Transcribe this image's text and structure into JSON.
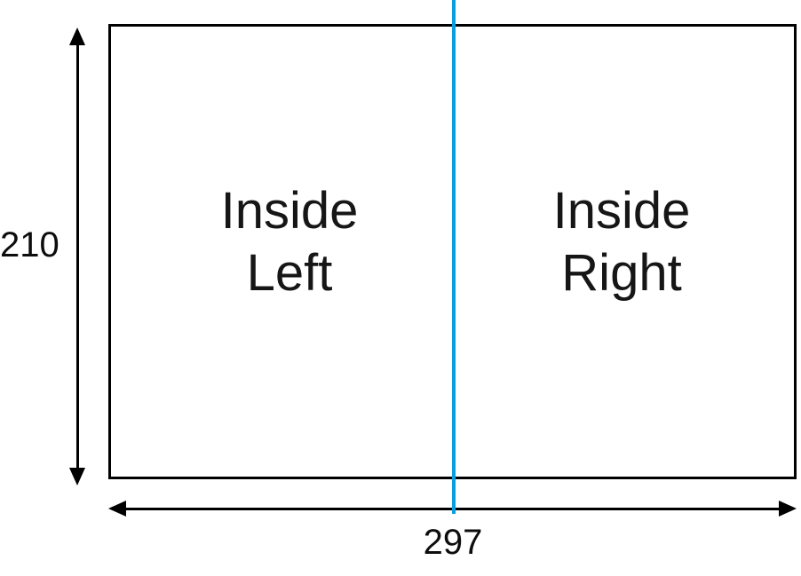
{
  "diagram": {
    "title_semantic": "two-page spread dimensions",
    "pages": {
      "left": {
        "line1": "Inside",
        "line2": "Left"
      },
      "right": {
        "line1": "Inside",
        "line2": "Right"
      }
    },
    "dimensions": {
      "height": "210",
      "width": "297"
    },
    "colors": {
      "fold_line": "#0A9EDF",
      "outline": "#000000"
    }
  }
}
